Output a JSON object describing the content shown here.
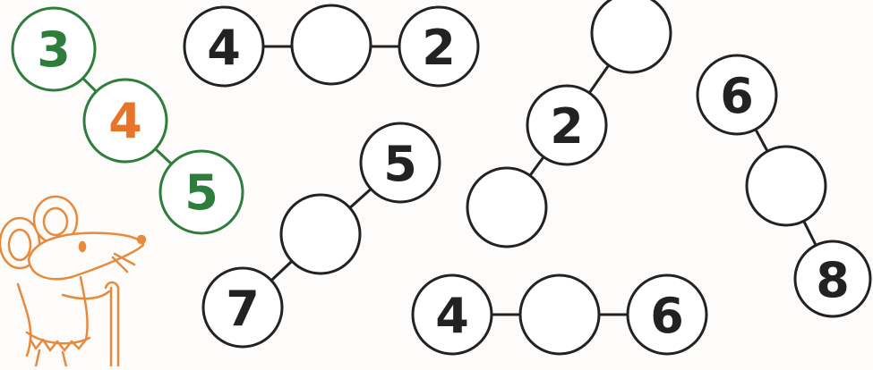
{
  "colors": {
    "background": "#fdfcfb",
    "ink": "#222222",
    "example_green": "#2f7d3c",
    "example_orange": "#e8742a",
    "mouse_orange": "#e88a3c",
    "circle_fill": "#ffffff"
  },
  "example_chain": {
    "first": "3",
    "middle": "4",
    "last": "5"
  },
  "puzzles": {
    "top_horizontal": {
      "left": "4",
      "right": "2"
    },
    "upper_right_diagonal": {
      "middle": "2"
    },
    "right_diagonal": {
      "top": "6",
      "bottom": "8"
    },
    "center_diagonal": {
      "top": "5",
      "bottom": "7"
    },
    "bottom_horizontal": {
      "left": "4",
      "right": "6"
    }
  },
  "illustration": {
    "icon": "mouse-with-cane-icon"
  }
}
